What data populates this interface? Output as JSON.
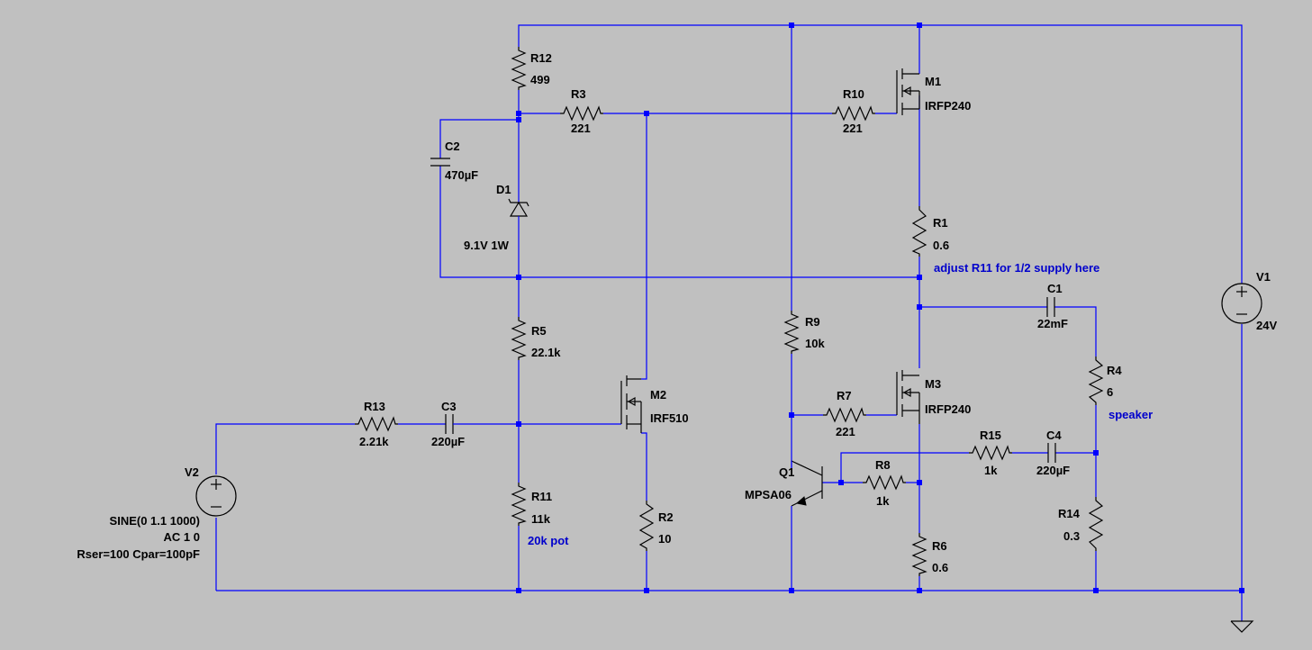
{
  "labels": {
    "R12": {
      "ref": "R12",
      "val": "499"
    },
    "R3": {
      "ref": "R3",
      "val": "221"
    },
    "R10": {
      "ref": "R10",
      "val": "221"
    },
    "M1": {
      "ref": "M1",
      "val": "IRFP240"
    },
    "C2": {
      "ref": "C2",
      "val": "470µF"
    },
    "D1": {
      "ref": "D1",
      "val": "9.1V 1W"
    },
    "R1": {
      "ref": "R1",
      "val": "0.6"
    },
    "R5": {
      "ref": "R5",
      "val": "22.1k"
    },
    "R9": {
      "ref": "R9",
      "val": "10k"
    },
    "C1": {
      "ref": "C1",
      "val": "22mF"
    },
    "R4": {
      "ref": "R4",
      "val": "6"
    },
    "M3": {
      "ref": "M3",
      "val": "IRFP240"
    },
    "R7": {
      "ref": "R7",
      "val": "221"
    },
    "M2": {
      "ref": "M2",
      "val": "IRF510"
    },
    "R13": {
      "ref": "R13",
      "val": "2.21k"
    },
    "C3": {
      "ref": "C3",
      "val": "220µF"
    },
    "R15": {
      "ref": "R15",
      "val": "1k"
    },
    "C4": {
      "ref": "C4",
      "val": "220µF"
    },
    "Q1": {
      "ref": "Q1",
      "val": "MPSA06"
    },
    "R8": {
      "ref": "R8",
      "val": "1k"
    },
    "V2": {
      "ref": "V2",
      "line1": "SINE(0 1.1 1000)",
      "line2": "AC 1 0",
      "line3": "Rser=100 Cpar=100pF"
    },
    "R11": {
      "ref": "R11",
      "val": "11k"
    },
    "R2": {
      "ref": "R2",
      "val": "10"
    },
    "R14": {
      "ref": "R14",
      "val": "0.3"
    },
    "R6": {
      "ref": "R6",
      "val": "0.6"
    },
    "V1": {
      "ref": "V1",
      "val": "24V"
    }
  },
  "notes": {
    "adjust": "adjust R11 for 1/2 supply here",
    "speaker": "speaker",
    "pot": "20k pot"
  },
  "colors": {
    "background": "#c0c0c0",
    "wire": "#0000ff",
    "component": "#000000",
    "note_text": "#0000cc"
  }
}
